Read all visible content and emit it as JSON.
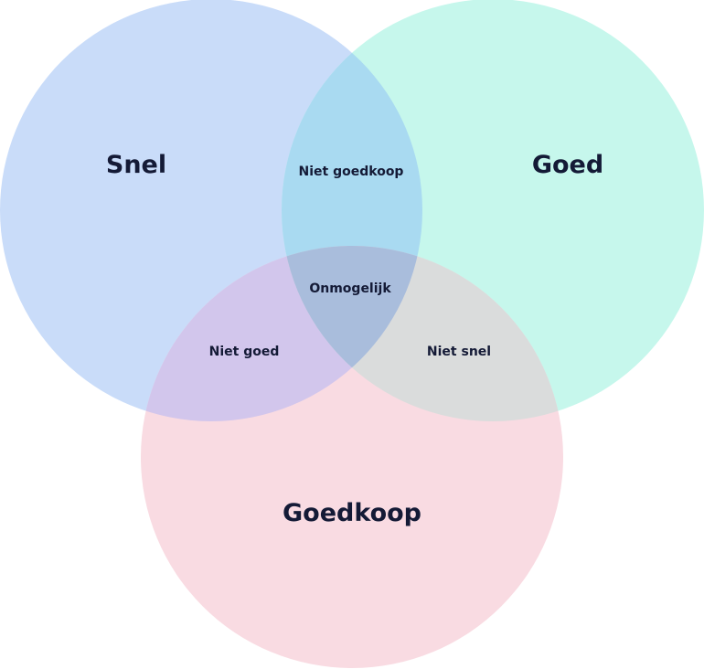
{
  "sets": {
    "snel": {
      "label": "Snel",
      "color": "#c9dcf9"
    },
    "goed": {
      "label": "Goed",
      "color": "#c6f7ec"
    },
    "goedkoop": {
      "label": "Goedkoop",
      "color": "#f9dbe2"
    }
  },
  "overlaps": {
    "snel_goed": {
      "label": "Niet goedkoop",
      "color": "#a9daf1"
    },
    "snel_goedkoop": {
      "label": "Niet goed",
      "color": "#d2c6ec"
    },
    "goed_goedkoop": {
      "label": "Niet snel",
      "color": "#dadcdc"
    },
    "all": {
      "label": "Onmogelijk",
      "color": "#a9bddc"
    }
  }
}
